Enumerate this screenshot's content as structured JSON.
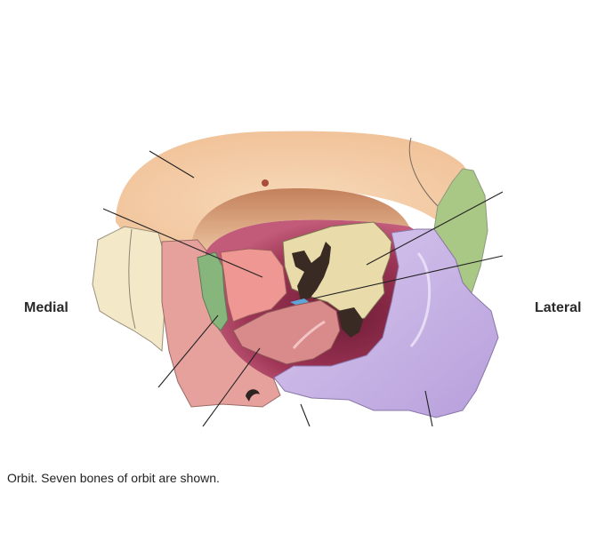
{
  "labels": {
    "medial": "Medial",
    "lateral": "Lateral"
  },
  "caption": "Orbit. Seven bones of orbit are shown.",
  "colors": {
    "frontal": "#f3c8a0",
    "maxilla": "#f1e6c2",
    "lacrimal": "#e8a6a1",
    "ethmoid": "#86b67c",
    "ethmoid_medial": "#ef9893",
    "sphenoid": "#e9dcaa",
    "zygomatic": "#c9b6e3",
    "palatine": "#d98484",
    "zygomatic_green": "#a9c886",
    "orbit_cavity": "#8c2b4a",
    "foramen": "#3a2a24"
  }
}
